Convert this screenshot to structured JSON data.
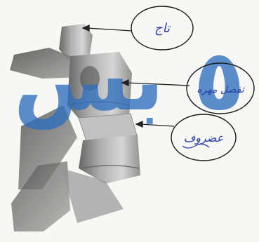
{
  "figure": {
    "labels": [
      {
        "id": "label-top",
        "text": "تاج"
      },
      {
        "id": "label-middle",
        "text": "تفصل مهره"
      },
      {
        "id": "label-bottom",
        "text": "عضروف"
      }
    ],
    "watermark": {
      "text": "٥ ﺑﺲ",
      "color": "#2f6fbd"
    },
    "colors": {
      "ink": "#2b3fa8",
      "arrow": "#222222",
      "bone": "#8c8c8c"
    }
  }
}
